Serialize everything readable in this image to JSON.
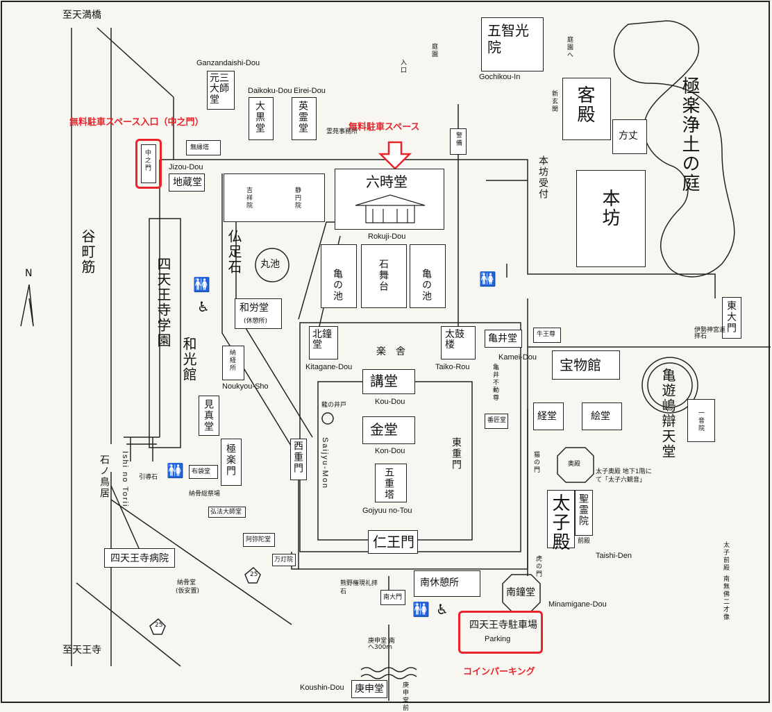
{
  "directions": {
    "to_tenmabashi": "至天満橋",
    "to_tennoji": "至天王寺",
    "north": "N",
    "tanimachi": "谷町筋",
    "route": "25"
  },
  "annotations": {
    "free_parking_entrance": "無料駐車スペース入口（中之門）",
    "free_parking": "無料駐車スペース",
    "coin_parking": "コインパーキング"
  },
  "parking": {
    "jp": "四天王寺駐車場",
    "en": "Parking"
  },
  "buildings": {
    "chukou_in_jp": "五智光院",
    "chukou_in_en": "Gochikou-In",
    "teien": "庭園",
    "teien_he": "庭園へ",
    "iriguchi": "入口",
    "ganzandaishi_jp": "元三大師堂",
    "ganzandaishi_en": "Ganzandaishi-Dou",
    "daikoku_jp": "大黒堂",
    "daikoku_en": "Daikoku-Dou",
    "eirei_jp": "英霊堂",
    "eirei_en": "Eirei-Dou",
    "reien": "霊苑事務所",
    "muen": "無縁塔",
    "nakanomon": "中之門",
    "jizou_jp": "地蔵堂",
    "jizou_en": "Jizou-Dou",
    "kichijo": "吉祥院",
    "seiin": "静円院",
    "rokuji_jp": "六時堂",
    "rokuji_en": "Rokuji-Dou",
    "keibi": "警備",
    "kyakuden": "客殿",
    "shingenkan": "新玄関",
    "houjou": "方丈",
    "honbou_uketsuke": "本坊受付",
    "honbou": "本坊",
    "gokuraku": "極楽浄土の庭",
    "bussokuseki": "仏足石",
    "maruike": "丸池",
    "kamenoike": "亀の池",
    "ishibutai": "石舞台",
    "wakoudou": "和労堂",
    "kyukeisho": "(休憩所)",
    "shitennoji_gakuen": "四天王寺学園",
    "wakoukan": "和光館",
    "noukyou_jp": "納経所",
    "noukyou_en": "Noukyou-Sho",
    "kitagane_jp": "北鐘堂",
    "kitagane_en": "Kitagane-Dou",
    "gakusha": "楽舎",
    "taiko_jp": "太鼓楼",
    "taiko_en": "Taiko-Rou",
    "kamei_jp": "亀井堂",
    "kamei_en": "Kamei-Dou",
    "kameifudou": "亀井不動尊",
    "gyuuou": "牛王尊",
    "higashi_ootorii": "東大門",
    "ise": "伊勢神宮遥拝石",
    "houmotsukan": "宝物館",
    "benten": "亀遊嶋辯天堂",
    "koudou_jp": "講堂",
    "koudou_en": "Kou-Dou",
    "ryuuido": "龍の井戸",
    "kondou_jp": "金堂",
    "kondou_en": "Kon-Dou",
    "gojuu_jp": "五重塔",
    "gojuu_en": "Gojyuu no-Tou",
    "saijyu_jp": "西重門",
    "saijyu_en": "Saijyu-Mon",
    "higashi_jyumon": "東重門",
    "banshodou": "番匠堂",
    "kyoudou": "経堂",
    "edou": "絵堂",
    "ichionin": "一音院",
    "kenshin": "見真堂",
    "gokurakumon": "極楽門",
    "ishinotorii_jp": "石ノ鳥居",
    "ishinotorii_en": "Ishi no Torii",
    "indouseki": "引導石",
    "fuseidou": "布袋堂",
    "noukotsu": "納骨堂",
    "noukotsusaidan": "納骨総祭場",
    "koubou": "弘法大師堂",
    "amida": "阿弥陀堂",
    "mandoin": "万灯院",
    "hospital": "四天王寺病院",
    "noukotsu_kari_a": "納骨堂",
    "noukotsu_kari_b": "(仮安置)",
    "nekonomon": "猫の門",
    "okuden": "奥殿",
    "okuden_note": "太子奥殿 地下1階にて「太子六観音」",
    "shoryoin": "聖霊院",
    "taishiden_jp": "太子殿",
    "taishiden_en": "Taishi-Den",
    "zenden": "前殿",
    "toranomon": "虎の門",
    "kumano": "熊野権現礼拝石",
    "nandaimon": "南大門",
    "minami_kyukei": "南休憩所",
    "minamigane_jp": "南鐘堂",
    "minamigane_en": "Minamigane-Dou",
    "jizo_statue": "太子前殿 南無佛二才像",
    "koushin_jp": "庚申堂",
    "koushin_en": "Koushin-Dou",
    "koushin_dist": "庚申堂 南へ300m",
    "jinjamae": "庚申堂前",
    "niomon": "仁王門"
  },
  "colors": {
    "accent_red": "#e8232a",
    "line": "#222222",
    "paper": "#f7f6f1"
  }
}
